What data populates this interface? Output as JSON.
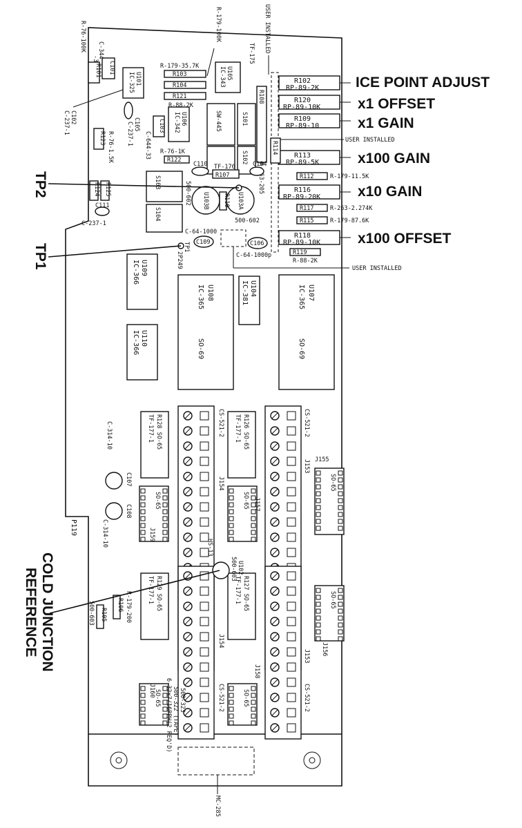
{
  "callouts": {
    "ice_point_adjust": "ICE POINT ADJUST",
    "x1_offset": "x1 OFFSET",
    "x1_gain": "x1 GAIN",
    "x100_gain": "x100 GAIN",
    "x10_gain": "x10 GAIN",
    "x100_offset": "x100 OFFSET",
    "tp2": "TP2",
    "tp1": "TP1",
    "cold_junction_line1": "COLD JUNCTION",
    "cold_junction_line2": "REFERENCE",
    "user_installed_top": "USER INSTALLED",
    "user_installed_mid": "USER INSTALLED",
    "user_installed_bottom": "USER INSTALLED"
  },
  "parts": {
    "r102": "R102",
    "r102_val": "RP-89-2K",
    "r120": "R120",
    "r120_val": "RP-89-10K",
    "r109": "R109",
    "r109_val": "RP-89-10",
    "r113": "R113",
    "r113_val": "RP-89-5K",
    "r116": "R116",
    "r116_val": "RP-89-20K",
    "r118": "R118",
    "r118_val": "RP-89-10K",
    "r119": "R119",
    "r119_val": "R-88-2K",
    "r112": "R112",
    "r112_val": "R-179-11.5K",
    "r117": "R117",
    "r117_val": "R-263-2.274K",
    "r115": "R115",
    "r115_val": "R-179-87.6K",
    "r114": "R114",
    "r114_val": "R-263-205",
    "r103_val": "R-179-35.7K",
    "r103": "R103",
    "r104": "R104",
    "r121": "R121",
    "r121_val": "R-88-2K",
    "r179_100k": "R-179-100K",
    "r76_100k": "R-76-100K",
    "r101": "R101",
    "c344": "C-344",
    "c344_33": "-33",
    "c101": "C101",
    "u101": "U101",
    "u101_val": "IC-325",
    "u105": "U105",
    "u105_val": "IC-343",
    "u106": "U106",
    "u106_val": "IC-342",
    "tf175": "TF-175",
    "r108": "R108",
    "c102": "C102",
    "c102_val": "C-237-1",
    "c105": "C105",
    "c105_val": "C-237-1",
    "c103": "C103",
    "c104": "C104",
    "c644": "C-644-33",
    "s101": "S101",
    "s102": "S102",
    "s103": "S103",
    "s104": "S104",
    "sw445": "SW-445",
    "r123": "R123",
    "r76_15k": "R-76-1.5K",
    "r122": "R122",
    "r76_1k": "R-76-1K",
    "r124": "R124",
    "r125": "R125",
    "c110": "C110",
    "c111": "C111",
    "c237_1": "C-237-1",
    "tf176": "TF-176",
    "r107": "R107",
    "u103b": "U103B",
    "u103a": "U103A",
    "part500602": "500-602",
    "part500602b": "500-602",
    "r110": "R110",
    "c109": "C109",
    "c106": "C106",
    "c64_1000": "C-64-1000",
    "c64_1000p": "C-64-1000p",
    "tp1_lbl": "TP1",
    "tp2_lbl": "TP2",
    "p249": "2P249",
    "u109": "U109",
    "u109_val": "IC-366",
    "u108": "U108",
    "u108_val": "IC-365",
    "so69a": "SO-69",
    "u104": "U104",
    "u104_val": "IC-381",
    "u107": "U107",
    "u107_val": "IC-365",
    "so69b": "SO-69",
    "u110": "U110",
    "u110_val": "IC-366",
    "r128": "R128 SO-65",
    "tf177_1": "TF-177-1",
    "r126": "R126 SO-65",
    "tf177_1b": "TF-177-1",
    "r129": "R129 SO-65",
    "tf177_1c": "TF-177-1",
    "r127": "R127 SO-65",
    "tf177_1d": "TF-177-1",
    "cs521_2a": "CS-521-2",
    "cs521_2b": "CS-521-2",
    "cs521_2c": "CS-521-2",
    "cs521_2d": "CS-521-2",
    "j153": "J153",
    "j154": "J154",
    "j155": "J155",
    "j156": "J156",
    "j157": "J157",
    "j158": "J158",
    "j159": "J159",
    "j160": "J160",
    "j153b": "J153",
    "j154b": "J154",
    "so65": "SO-65",
    "c107": "C107",
    "c108": "C108",
    "c314_10": "C-314-10",
    "c314_10b": "C-314-10",
    "p119": "P119",
    "hs13": "HS-13",
    "u102": "U102",
    "u102_val": "500-603",
    "r105": "R105",
    "r106": "R106",
    "r179_200": "R-179-200",
    "part500603": "500-603",
    "mount1": "500-323",
    "mount2": "500-322 (TAPE)",
    "mount3": "6-32x7/16PPH(2 REQ'D)",
    "mc285": "MC-285"
  }
}
